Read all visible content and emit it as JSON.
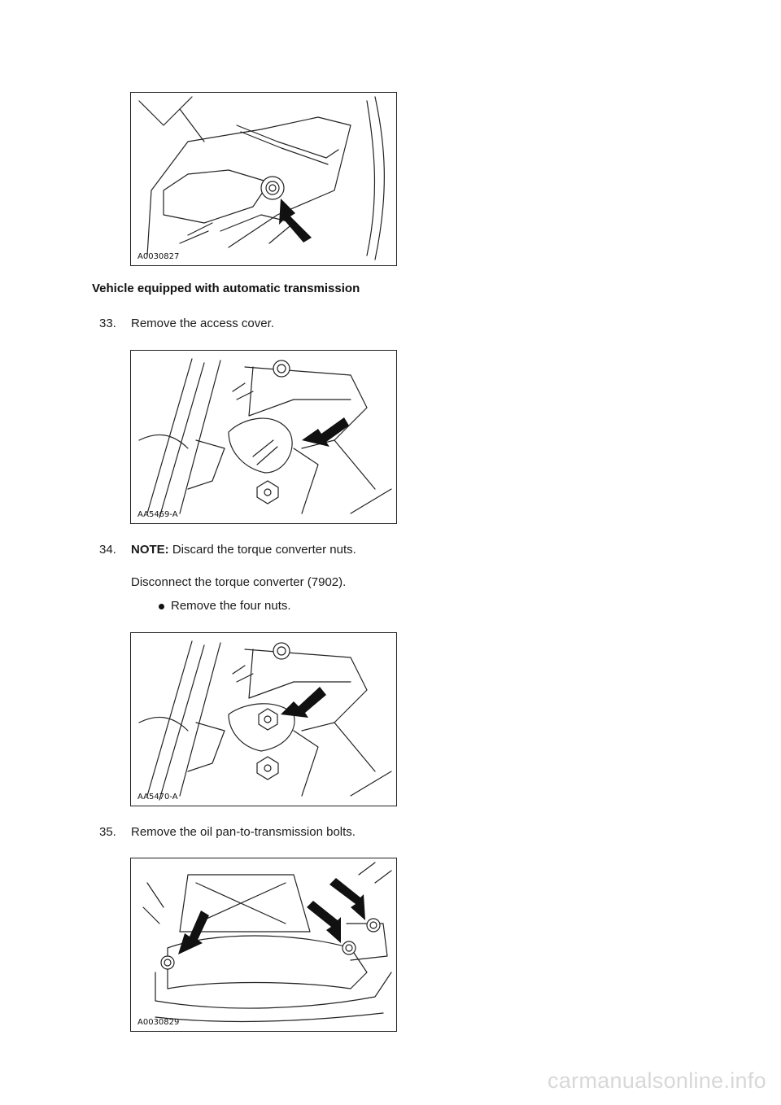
{
  "figures": [
    {
      "id": "A0030827"
    },
    {
      "id": "AA5469-A"
    },
    {
      "id": "AA5470-A"
    },
    {
      "id": "A0030829"
    }
  ],
  "section_heading": "Vehicle equipped with automatic transmission",
  "steps": [
    {
      "number": "33.",
      "text": "Remove the access cover."
    },
    {
      "number": "34.",
      "note_label": "NOTE:",
      "note_text": " Discard the torque converter nuts.",
      "text": "Disconnect the torque converter (7902).",
      "bullet": "Remove the four nuts."
    },
    {
      "number": "35.",
      "text": "Remove the oil pan-to-transmission bolts."
    }
  ],
  "watermark": "carmanualsonline.info",
  "icons": {
    "bullet": "bullet-dot-icon",
    "arrow": "pointer-arrow-icon"
  }
}
